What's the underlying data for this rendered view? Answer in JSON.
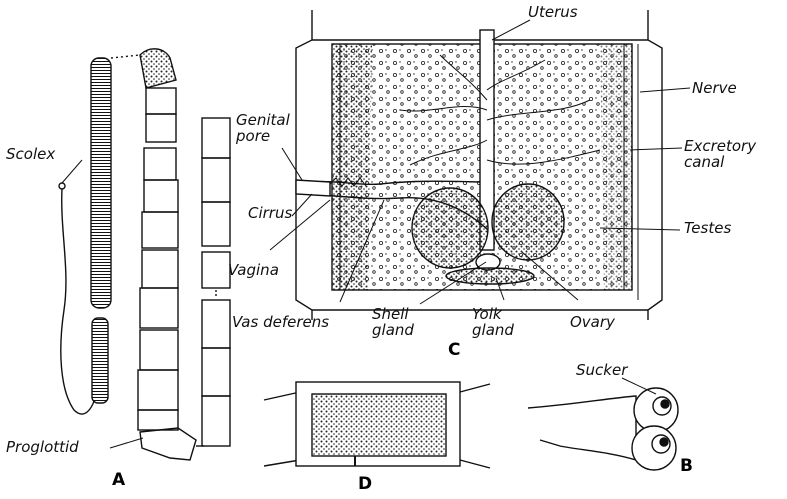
{
  "labels": {
    "scolex": "Scolex",
    "proglottid": "Proglottid",
    "genital_pore": "Genital\npore",
    "cirrus": "Cirrus",
    "vagina": "Vagina",
    "vas_deferens": "Vas deferens",
    "shell_gland": "Shell\ngland",
    "yolk_gland": "Yolk\ngland",
    "ovary": "Ovary",
    "uterus": "Uterus",
    "nerve": "Nerve",
    "excretory_canal": "Excretory\ncanal",
    "testes": "Testes",
    "sucker": "Sucker"
  },
  "panels": {
    "a": "A",
    "b": "B",
    "c": "C",
    "d": "D"
  },
  "colors": {
    "ink": "#111111",
    "background": "#ffffff"
  }
}
